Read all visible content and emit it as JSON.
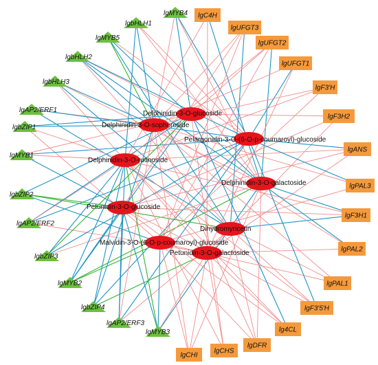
{
  "colors": {
    "tf_node": "#6cc040",
    "gene_node": "#f59a3c",
    "metabolite_node": "#e8141c",
    "edge_blue": "#1e93c4",
    "edge_green": "#2fb52f",
    "edge_pink": "#f08c8c",
    "label_text": "#111111"
  },
  "tf_nodes": [
    {
      "id": "MYB4",
      "label": "lgMYB4"
    },
    {
      "id": "bHLH1",
      "label": "lgbHLH1"
    },
    {
      "id": "MYB5",
      "label": "lgMYB5"
    },
    {
      "id": "bHLH2",
      "label": "lgbHLH2"
    },
    {
      "id": "bHLH3",
      "label": "lgbHLH3"
    },
    {
      "id": "ERF1",
      "label": "lgAP2/ERF1"
    },
    {
      "id": "bZIP1",
      "label": "lgbZIP1"
    },
    {
      "id": "MYB1",
      "label": "lgMYB1"
    },
    {
      "id": "bZIP2",
      "label": "lgbZIP2"
    },
    {
      "id": "ERF2",
      "label": "lgAP2/ERF2"
    },
    {
      "id": "bZIP3",
      "label": "lgbZIP3"
    },
    {
      "id": "MYB2",
      "label": "lgMYB2"
    },
    {
      "id": "bZIP4",
      "label": "lgbZIP4"
    },
    {
      "id": "ERF3",
      "label": "lgAP2/ERF3"
    },
    {
      "id": "MYB3",
      "label": "lgMYB3"
    }
  ],
  "gene_nodes": [
    {
      "id": "C4H",
      "label": "lgC4H"
    },
    {
      "id": "UFGT3",
      "label": "lgUFGT3"
    },
    {
      "id": "UFGT2",
      "label": "lgUFGT2"
    },
    {
      "id": "UFGT1",
      "label": "lgUFGT1"
    },
    {
      "id": "F3pH",
      "label": "lgF3'H"
    },
    {
      "id": "F3H2",
      "label": "lgF3H2"
    },
    {
      "id": "ANS",
      "label": "lgANS"
    },
    {
      "id": "PAL3",
      "label": "lgPAL3"
    },
    {
      "id": "F3H1",
      "label": "lgF3H1"
    },
    {
      "id": "PAL2",
      "label": "lgPAL2"
    },
    {
      "id": "PAL1",
      "label": "lgPAL1"
    },
    {
      "id": "F35H",
      "label": "lgF3'5'H"
    },
    {
      "id": "4CL",
      "label": "lg4CL"
    },
    {
      "id": "DFR",
      "label": "lgDFR"
    },
    {
      "id": "CHS",
      "label": "lgCHS"
    },
    {
      "id": "CHI",
      "label": "lgCHI"
    }
  ],
  "metabolite_nodes": [
    {
      "id": "DG",
      "label": "Delphinidin-3-O-glucoside"
    },
    {
      "id": "DS",
      "label": "Delphinidin-3-O-sophoroside"
    },
    {
      "id": "PG",
      "label": "Pelargonidin-3-O-(6-O-p-coumaroyl)-glucoside"
    },
    {
      "id": "DR",
      "label": "Delphinidin-3-O-rutinoside"
    },
    {
      "id": "DGa",
      "label": "Delphinidin-3-O-galactoside"
    },
    {
      "id": "PtG",
      "label": "Petunidin-3-O-glucoside"
    },
    {
      "id": "DHM",
      "label": "Dihydromyricetin"
    },
    {
      "id": "MG",
      "label": "Malvidin-3-O-(6-O-p-coumaroyl)-glucoside"
    },
    {
      "id": "PtGa",
      "label": "Petunidin-3-O-galactoside"
    }
  ],
  "edges": [
    [
      "MYB4",
      "DG",
      "b"
    ],
    [
      "MYB4",
      "PG",
      "b"
    ],
    [
      "MYB4",
      "DS",
      "p"
    ],
    [
      "MYB4",
      "DGa",
      "p"
    ],
    [
      "bHLH1",
      "PG",
      "p"
    ],
    [
      "bHLH1",
      "DR",
      "b"
    ],
    [
      "bHLH1",
      "DGa",
      "p"
    ],
    [
      "bHLH1",
      "DS",
      "b"
    ],
    [
      "MYB5",
      "DGa",
      "b"
    ],
    [
      "MYB5",
      "PG",
      "p"
    ],
    [
      "MYB5",
      "DS",
      "g"
    ],
    [
      "MYB5",
      "DHM",
      "b"
    ],
    [
      "bHLH2",
      "DG",
      "p"
    ],
    [
      "bHLH2",
      "PG",
      "b"
    ],
    [
      "bHLH2",
      "DS",
      "b"
    ],
    [
      "bHLH2",
      "DHM",
      "p"
    ],
    [
      "bHLH2",
      "DGa",
      "b"
    ],
    [
      "bHLH3",
      "DGa",
      "p"
    ],
    [
      "bHLH3",
      "DS",
      "b"
    ],
    [
      "bHLH3",
      "PtGa",
      "p"
    ],
    [
      "bHLH3",
      "DHM",
      "b"
    ],
    [
      "ERF1",
      "DS",
      "p"
    ],
    [
      "ERF1",
      "PG",
      "b"
    ],
    [
      "ERF1",
      "DHM",
      "b"
    ],
    [
      "bZIP1",
      "DR",
      "p"
    ],
    [
      "bZIP1",
      "DS",
      "b"
    ],
    [
      "bZIP1",
      "DG",
      "b"
    ],
    [
      "bZIP1",
      "MG",
      "p"
    ],
    [
      "MYB1",
      "DG",
      "p"
    ],
    [
      "MYB1",
      "PtG",
      "b"
    ],
    [
      "MYB1",
      "DR",
      "p"
    ],
    [
      "MYB1",
      "PG",
      "b"
    ],
    [
      "bZIP2",
      "PtG",
      "g"
    ],
    [
      "bZIP2",
      "DG",
      "b"
    ],
    [
      "bZIP2",
      "MG",
      "b"
    ],
    [
      "bZIP2",
      "DHM",
      "g"
    ],
    [
      "ERF2",
      "DG",
      "b"
    ],
    [
      "ERF2",
      "DR",
      "p"
    ],
    [
      "ERF2",
      "PG",
      "b"
    ],
    [
      "ERF2",
      "PtGa",
      "p"
    ],
    [
      "bZIP3",
      "DR",
      "b"
    ],
    [
      "bZIP3",
      "DG",
      "g"
    ],
    [
      "bZIP3",
      "PG",
      "b"
    ],
    [
      "bZIP3",
      "DGa",
      "p"
    ],
    [
      "MYB2",
      "DR",
      "b"
    ],
    [
      "MYB2",
      "PtG",
      "b"
    ],
    [
      "MYB2",
      "MG",
      "g"
    ],
    [
      "MYB2",
      "DGa",
      "g"
    ],
    [
      "MYB2",
      "DG",
      "b"
    ],
    [
      "bZIP4",
      "DS",
      "b"
    ],
    [
      "bZIP4",
      "DR",
      "b"
    ],
    [
      "bZIP4",
      "PG",
      "b"
    ],
    [
      "bZIP4",
      "PtGa",
      "g"
    ],
    [
      "ERF3",
      "DS",
      "p"
    ],
    [
      "ERF3",
      "PtG",
      "b"
    ],
    [
      "ERF3",
      "DR",
      "b"
    ],
    [
      "ERF3",
      "PG",
      "b"
    ],
    [
      "ERF3",
      "DHM",
      "p"
    ],
    [
      "MYB3",
      "PtG",
      "b"
    ],
    [
      "MYB3",
      "DR",
      "g"
    ],
    [
      "MYB3",
      "MG",
      "b"
    ],
    [
      "MYB3",
      "PtGa",
      "p"
    ],
    [
      "MYB3",
      "DGa",
      "b"
    ],
    [
      "C4H",
      "DR",
      "p"
    ],
    [
      "C4H",
      "PtGa",
      "p"
    ],
    [
      "C4H",
      "DGa",
      "b"
    ],
    [
      "UFGT3",
      "DS",
      "p"
    ],
    [
      "UFGT3",
      "PtG",
      "p"
    ],
    [
      "UFGT3",
      "MG",
      "p"
    ],
    [
      "UFGT3",
      "DHM",
      "b"
    ],
    [
      "UFGT2",
      "DG",
      "p"
    ],
    [
      "UFGT2",
      "DR",
      "p"
    ],
    [
      "UFGT2",
      "MG",
      "p"
    ],
    [
      "UFGT2",
      "DGa",
      "b"
    ],
    [
      "UFGT1",
      "DS",
      "p"
    ],
    [
      "UFGT1",
      "PtGa",
      "p"
    ],
    [
      "UFGT1",
      "PG",
      "b"
    ],
    [
      "F3pH",
      "DS",
      "p"
    ],
    [
      "F3pH",
      "DR",
      "p"
    ],
    [
      "F3pH",
      "MG",
      "p"
    ],
    [
      "F3H2",
      "DG",
      "p"
    ],
    [
      "F3H2",
      "PtG",
      "p"
    ],
    [
      "F3H2",
      "PtGa",
      "p"
    ],
    [
      "ANS",
      "DR",
      "p"
    ],
    [
      "ANS",
      "PtGa",
      "p"
    ],
    [
      "ANS",
      "PtG",
      "p"
    ],
    [
      "ANS",
      "PG",
      "b"
    ],
    [
      "PAL3",
      "MG",
      "p"
    ],
    [
      "PAL3",
      "DS",
      "p"
    ],
    [
      "PAL3",
      "PG",
      "b"
    ],
    [
      "F3H1",
      "DGa",
      "b"
    ],
    [
      "F3H1",
      "DR",
      "p"
    ],
    [
      "F3H1",
      "PtG",
      "p"
    ],
    [
      "F3H1",
      "DHM",
      "b"
    ],
    [
      "PAL2",
      "PtGa",
      "p"
    ],
    [
      "PAL2",
      "DS",
      "p"
    ],
    [
      "PAL2",
      "DGa",
      "b"
    ],
    [
      "PAL1",
      "MG",
      "p"
    ],
    [
      "PAL1",
      "DS",
      "p"
    ],
    [
      "PAL1",
      "DHM",
      "p"
    ],
    [
      "F35H",
      "DR",
      "p"
    ],
    [
      "F35H",
      "PtG",
      "p"
    ],
    [
      "F35H",
      "PG",
      "b"
    ],
    [
      "F35H",
      "DHM",
      "p"
    ],
    [
      "4CL",
      "DR",
      "p"
    ],
    [
      "4CL",
      "PtG",
      "p"
    ],
    [
      "4CL",
      "DG",
      "b"
    ],
    [
      "4CL",
      "PtGa",
      "p"
    ],
    [
      "DFR",
      "DS",
      "p"
    ],
    [
      "DFR",
      "MG",
      "p"
    ],
    [
      "DFR",
      "DHM",
      "p"
    ],
    [
      "DFR",
      "DGa",
      "p"
    ],
    [
      "CHS",
      "DG",
      "p"
    ],
    [
      "CHS",
      "DR",
      "p"
    ],
    [
      "CHS",
      "PtGa",
      "p"
    ],
    [
      "CHI",
      "DS",
      "p"
    ],
    [
      "CHI",
      "MG",
      "p"
    ],
    [
      "CHI",
      "DGa",
      "p"
    ],
    [
      "CHI",
      "PtGa",
      "p"
    ]
  ]
}
